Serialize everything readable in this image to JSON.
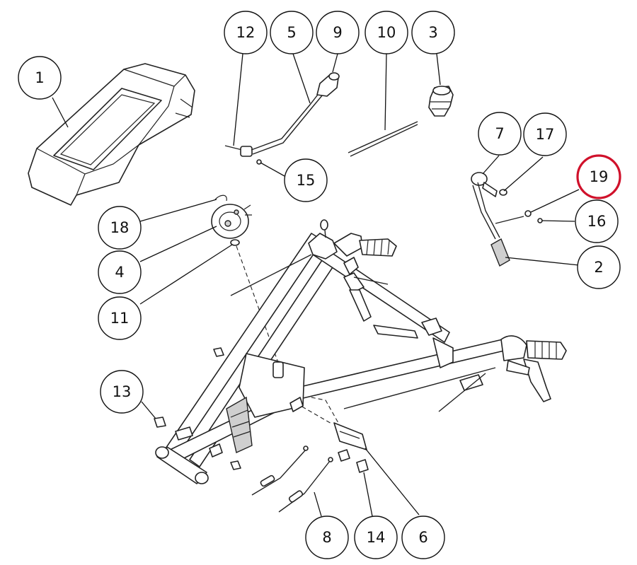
{
  "diagram": {
    "highlighted_callout": "19",
    "highlight_color": "#d0112b",
    "callouts": [
      {
        "id": "c1",
        "label": "1"
      },
      {
        "id": "c12",
        "label": "12"
      },
      {
        "id": "c5",
        "label": "5"
      },
      {
        "id": "c9",
        "label": "9"
      },
      {
        "id": "c10",
        "label": "10"
      },
      {
        "id": "c3",
        "label": "3"
      },
      {
        "id": "c15",
        "label": "15"
      },
      {
        "id": "c7",
        "label": "7"
      },
      {
        "id": "c17",
        "label": "17"
      },
      {
        "id": "c19",
        "label": "19"
      },
      {
        "id": "c16",
        "label": "16"
      },
      {
        "id": "c2",
        "label": "2"
      },
      {
        "id": "c18",
        "label": "18"
      },
      {
        "id": "c4",
        "label": "4"
      },
      {
        "id": "c11",
        "label": "11"
      },
      {
        "id": "c13",
        "label": "13"
      },
      {
        "id": "c8",
        "label": "8"
      },
      {
        "id": "c14",
        "label": "14"
      },
      {
        "id": "c6",
        "label": "6"
      }
    ]
  }
}
